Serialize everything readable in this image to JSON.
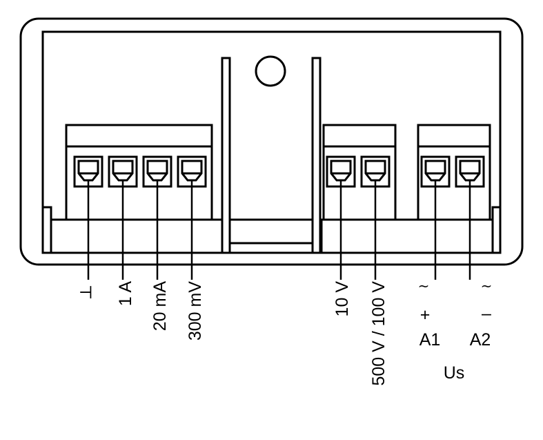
{
  "terminals": {
    "t1": {
      "label": "┴"
    },
    "t2": {
      "label": "1 A"
    },
    "t3": {
      "label": "20 mA"
    },
    "t4": {
      "label": "300 mV"
    },
    "t5": {
      "label": "10 V"
    },
    "t6": {
      "label": "500 V / 100 V"
    },
    "t7": {
      "symbol": "~",
      "polarity": "+",
      "label": "A1"
    },
    "t8": {
      "symbol": "~",
      "polarity": "–",
      "label": "A2"
    }
  },
  "supply_label": "Us"
}
